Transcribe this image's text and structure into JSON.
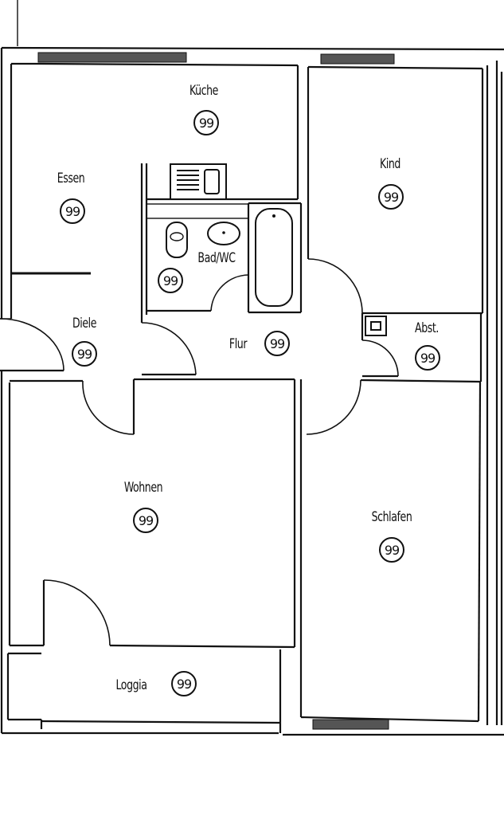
{
  "floor_plan": {
    "rooms": [
      {
        "id": "kueche",
        "name": "Küche",
        "area": "99"
      },
      {
        "id": "essen",
        "name": "Essen",
        "area": "99"
      },
      {
        "id": "kind",
        "name": "Kind",
        "area": "99"
      },
      {
        "id": "bad_wc",
        "name": "Bad/WC",
        "area": "99"
      },
      {
        "id": "diele",
        "name": "Diele",
        "area": "99"
      },
      {
        "id": "flur",
        "name": "Flur",
        "area": "99"
      },
      {
        "id": "abst",
        "name": "Abst.",
        "area": "99"
      },
      {
        "id": "wohnen",
        "name": "Wohnen",
        "area": "99"
      },
      {
        "id": "schlafen",
        "name": "Schlafen",
        "area": "99"
      },
      {
        "id": "loggia",
        "name": "Loggia",
        "area": "99"
      }
    ],
    "colors": {
      "line": "#111111",
      "background": "#ffffff"
    }
  }
}
